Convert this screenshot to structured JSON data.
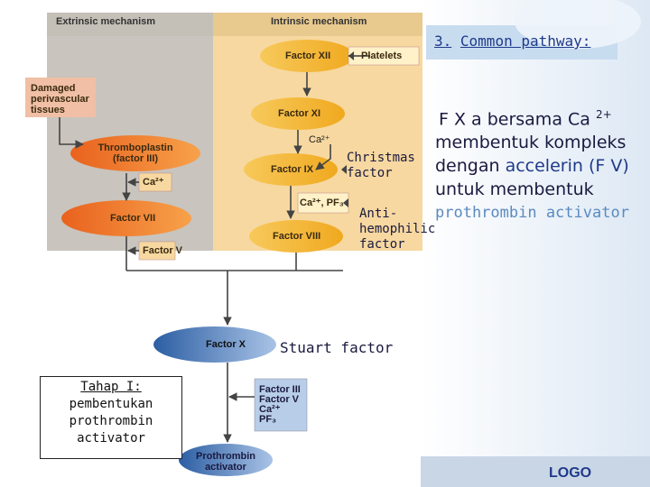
{
  "panels": {
    "extrinsic_title": "Extrinsic mechanism",
    "intrinsic_title": "Intrinsic mechanism"
  },
  "extrinsic": {
    "damaged_tissue": [
      "Damaged",
      "perivascular",
      "tissues"
    ],
    "thromboplastin": [
      "Thromboplastin",
      "(factor III)"
    ],
    "ca_box": "Ca²⁺",
    "factor_vii": "Factor VII",
    "factor_v": "Factor V"
  },
  "intrinsic": {
    "factor_xii": "Factor XII",
    "platelets": "Platelets",
    "factor_xi": "Factor XI",
    "ca_label": "Ca²⁺",
    "factor_ix": "Factor IX",
    "ca_pf3": "Ca²⁺, PF₃",
    "factor_viii": "Factor VIII"
  },
  "common": {
    "factor_x": "Factor X",
    "cofactors": [
      "Factor III",
      "Factor V",
      "Ca²⁺",
      "PF₃"
    ],
    "prothrombin_activator": [
      "Prothrombin",
      "activator"
    ]
  },
  "annotations": {
    "christmas_factor": [
      "Christmas",
      "factor"
    ],
    "antihemophilic_factor": [
      "Anti-",
      "hemophilic",
      "factor"
    ],
    "stuart_factor": "Stuart factor",
    "tahap_box": [
      "Tahap I:",
      "pembentukan",
      "prothrombin",
      "activator"
    ]
  },
  "slide": {
    "heading_number": "3.",
    "heading_text": "Common pathway:",
    "body_line1_a": "F X a bersama Ca",
    "body_line1_sup": "2+",
    "body_line2": "membentuk kompleks",
    "body_line3_a": "dengan ",
    "body_line3_b": "accelerin (F V)",
    "body_line4": "untuk membentuk",
    "body_line5": "prothrombin activator",
    "logo": "LOGO"
  },
  "colors": {
    "panel_gray": "#c9c4bd",
    "panel_orange": "#f7d8a0",
    "pill_yellow": "#f2b733",
    "pill_orange": "#ef7a2a",
    "pill_blue": "#3d6fb5",
    "blue_light": "#b8cde8",
    "heading_bg": "#c8dcf0",
    "accent_blue": "#1f3a8a",
    "teal_text": "#5a8ac0"
  }
}
